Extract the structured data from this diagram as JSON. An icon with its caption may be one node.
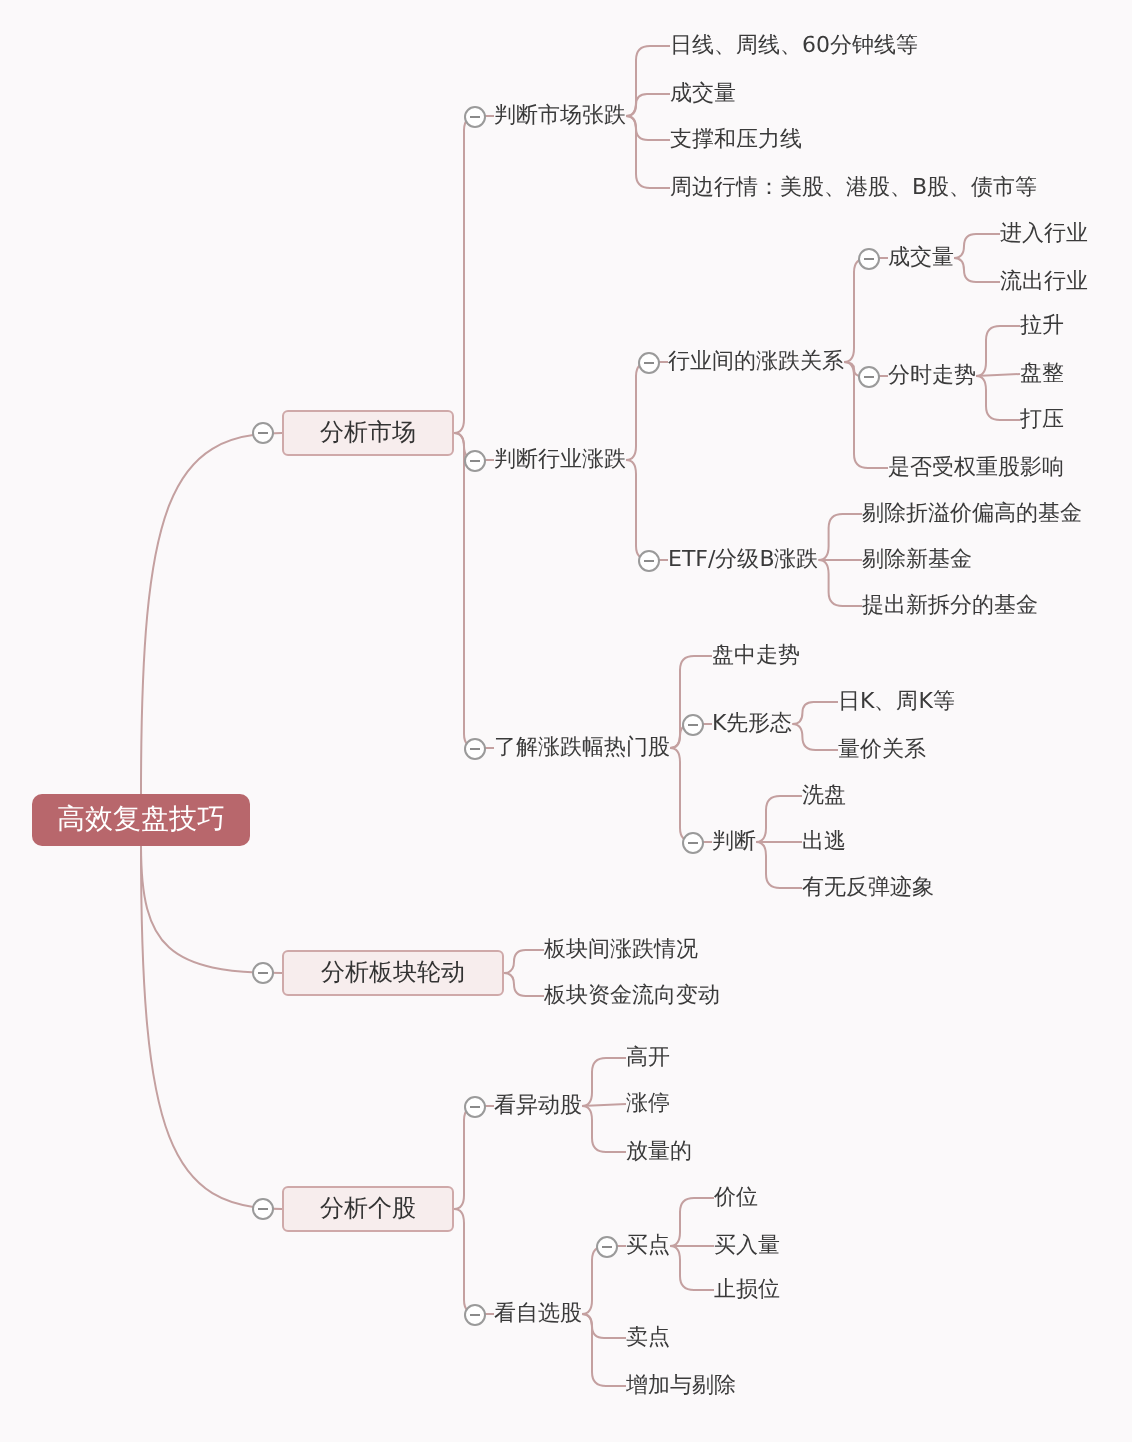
{
  "diagram": {
    "nodes": [
      {
        "text": [
          "高效复盘技巧"
        ]
      },
      {
        "text": [
          "分析市场"
        ]
      },
      {
        "text": [
          "判断市场张跌"
        ]
      },
      {
        "text": [
          "日线、周线、60分钟线等"
        ]
      },
      {
        "text": [
          "成交量"
        ]
      },
      {
        "text": [
          "支撑和压力线"
        ]
      },
      {
        "text": [
          "周边行情：美股、港股、B股、债市等"
        ]
      },
      {
        "text": [
          "判断行业涨跌"
        ]
      },
      {
        "text": [
          "行业间的涨跌关系"
        ]
      },
      {
        "text": [
          "成交量"
        ]
      },
      {
        "text": [
          "进入行业"
        ]
      },
      {
        "text": [
          "流出行业"
        ]
      },
      {
        "text": [
          "分时走势"
        ]
      },
      {
        "text": [
          "拉升"
        ]
      },
      {
        "text": [
          "盘整"
        ]
      },
      {
        "text": [
          "打压"
        ]
      },
      {
        "text": [
          "是否受权重股影响"
        ]
      },
      {
        "text": [
          "ETF/分级B涨跌"
        ]
      },
      {
        "text": [
          "剔除折溢价偏高的基金"
        ]
      },
      {
        "text": [
          "剔除新基金"
        ]
      },
      {
        "text": [
          "提出新拆分的基金"
        ]
      },
      {
        "text": [
          "了解涨跌幅热门股"
        ]
      },
      {
        "text": [
          "盘中走势"
        ]
      },
      {
        "text": [
          "K先形态"
        ]
      },
      {
        "text": [
          "日K、周K等"
        ]
      },
      {
        "text": [
          "量价关系"
        ]
      },
      {
        "text": [
          "判断"
        ]
      },
      {
        "text": [
          "洗盘"
        ]
      },
      {
        "text": [
          "出逃"
        ]
      },
      {
        "text": [
          "有无反弹迹象"
        ]
      },
      {
        "text": [
          "分析板块轮动"
        ]
      },
      {
        "text": [
          "板块间涨跌情况"
        ]
      },
      {
        "text": [
          "板块资金流向变动"
        ]
      },
      {
        "text": [
          "分析个股"
        ]
      },
      {
        "text": [
          "看异动股"
        ]
      },
      {
        "text": [
          "高开"
        ]
      },
      {
        "text": [
          "涨停"
        ]
      },
      {
        "text": [
          "放量的"
        ]
      },
      {
        "text": [
          "看自选股"
        ]
      },
      {
        "text": [
          "买点"
        ]
      },
      {
        "text": [
          "价位"
        ]
      },
      {
        "text": [
          "买入量"
        ]
      },
      {
        "text": [
          "止损位"
        ]
      },
      {
        "text": [
          "卖点"
        ]
      },
      {
        "text": [
          "增加与剔除"
        ]
      }
    ],
    "edges": [
      {
        "from": 0,
        "to": 1,
        "arrow": "none"
      },
      {
        "from": 1,
        "to": 2,
        "arrow": "none"
      },
      {
        "from": 2,
        "to": 3,
        "arrow": "none"
      },
      {
        "from": 2,
        "to": 4,
        "arrow": "none"
      },
      {
        "from": 2,
        "to": 5,
        "arrow": "none"
      },
      {
        "from": 2,
        "to": 6,
        "arrow": "none"
      },
      {
        "from": 1,
        "to": 7,
        "arrow": "none"
      },
      {
        "from": 7,
        "to": 8,
        "arrow": "none"
      },
      {
        "from": 8,
        "to": 9,
        "arrow": "none"
      },
      {
        "from": 9,
        "to": 10,
        "arrow": "none"
      },
      {
        "from": 9,
        "to": 11,
        "arrow": "none"
      },
      {
        "from": 8,
        "to": 12,
        "arrow": "none"
      },
      {
        "from": 12,
        "to": 13,
        "arrow": "none"
      },
      {
        "from": 12,
        "to": 14,
        "arrow": "none"
      },
      {
        "from": 12,
        "to": 15,
        "arrow": "none"
      },
      {
        "from": 8,
        "to": 16,
        "arrow": "none"
      },
      {
        "from": 7,
        "to": 17,
        "arrow": "none"
      },
      {
        "from": 17,
        "to": 18,
        "arrow": "none"
      },
      {
        "from": 17,
        "to": 19,
        "arrow": "none"
      },
      {
        "from": 17,
        "to": 20,
        "arrow": "none"
      },
      {
        "from": 1,
        "to": 21,
        "arrow": "none"
      },
      {
        "from": 21,
        "to": 22,
        "arrow": "none"
      },
      {
        "from": 21,
        "to": 23,
        "arrow": "none"
      },
      {
        "from": 23,
        "to": 24,
        "arrow": "none"
      },
      {
        "from": 23,
        "to": 25,
        "arrow": "none"
      },
      {
        "from": 21,
        "to": 26,
        "arrow": "none"
      },
      {
        "from": 26,
        "to": 27,
        "arrow": "none"
      },
      {
        "from": 26,
        "to": 28,
        "arrow": "none"
      },
      {
        "from": 26,
        "to": 29,
        "arrow": "none"
      },
      {
        "from": 0,
        "to": 30,
        "arrow": "none"
      },
      {
        "from": 30,
        "to": 31,
        "arrow": "none"
      },
      {
        "from": 30,
        "to": 32,
        "arrow": "none"
      },
      {
        "from": 0,
        "to": 33,
        "arrow": "none"
      },
      {
        "from": 33,
        "to": 34,
        "arrow": "none"
      },
      {
        "from": 34,
        "to": 35,
        "arrow": "none"
      },
      {
        "from": 34,
        "to": 36,
        "arrow": "none"
      },
      {
        "from": 34,
        "to": 37,
        "arrow": "none"
      },
      {
        "from": 33,
        "to": 38,
        "arrow": "none"
      },
      {
        "from": 38,
        "to": 39,
        "arrow": "none"
      },
      {
        "from": 39,
        "to": 40,
        "arrow": "none"
      },
      {
        "from": 39,
        "to": 41,
        "arrow": "none"
      },
      {
        "from": 39,
        "to": 42,
        "arrow": "none"
      },
      {
        "from": 38,
        "to": 43,
        "arrow": "none"
      },
      {
        "from": 38,
        "to": 44,
        "arrow": "none"
      }
    ]
  }
}
